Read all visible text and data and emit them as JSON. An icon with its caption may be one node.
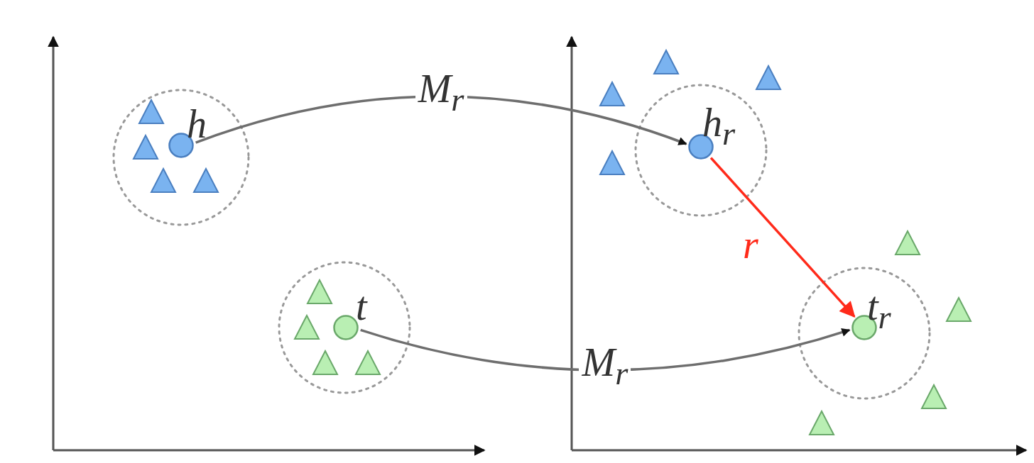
{
  "diagram": {
    "nodes": [
      {
        "text": [
          "h"
        ]
      },
      {
        "text": [
          "t"
        ]
      },
      {
        "text": [
          "h$_{r}$"
        ]
      },
      {
        "text": [
          "t$_{r}$"
        ]
      }
    ],
    "edges": [
      {
        "from": 0,
        "to": 2,
        "arrow": "to",
        "label": "M$_{r}$"
      },
      {
        "from": 1,
        "to": 3,
        "arrow": "to",
        "label": "M$_{r}$"
      },
      {
        "from": 2,
        "to": 3,
        "arrow": "to",
        "label": "r",
        "color": "#ff2a1a"
      }
    ]
  }
}
